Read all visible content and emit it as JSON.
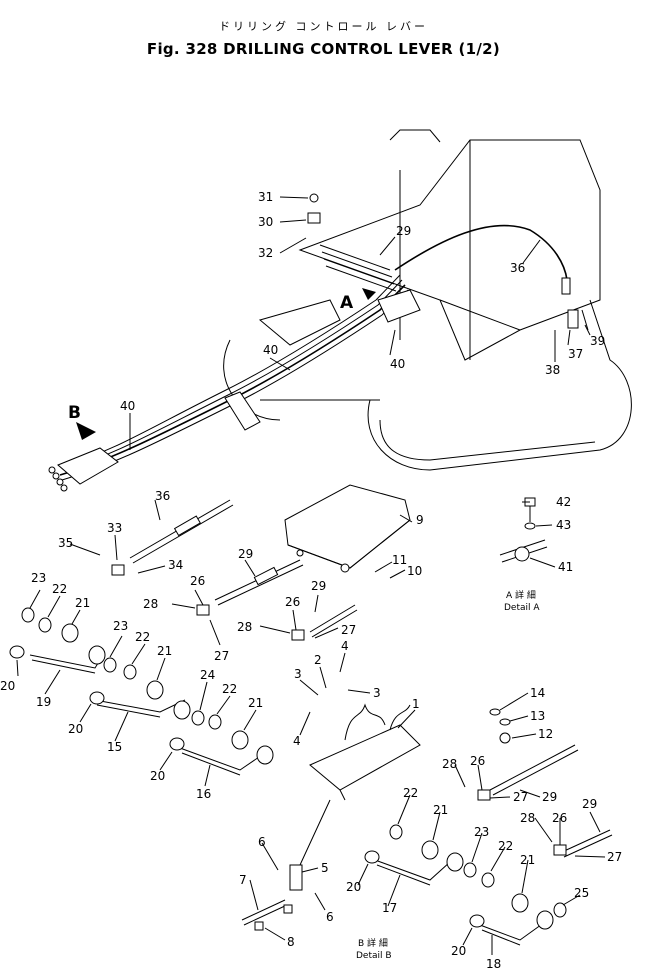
{
  "header": {
    "subtitle_jp": "ドリリング コントロール レバー",
    "title": "Fig. 328 DRILLING CONTROL LEVER (1/2)"
  },
  "view_labels": {
    "a": "A",
    "b": "B"
  },
  "detail_a": {
    "jp": "A 詳 細",
    "en": "Detail A"
  },
  "detail_b": {
    "jp": "B 詳 細",
    "en": "Detail B"
  },
  "callouts": [
    {
      "id": "c31",
      "label": "31"
    },
    {
      "id": "c30",
      "label": "30"
    },
    {
      "id": "c32",
      "label": "32"
    },
    {
      "id": "c29a",
      "label": "29"
    },
    {
      "id": "c36a",
      "label": "36"
    },
    {
      "id": "c37",
      "label": "37"
    },
    {
      "id": "c39",
      "label": "39"
    },
    {
      "id": "c38",
      "label": "38"
    },
    {
      "id": "c40a",
      "label": "40"
    },
    {
      "id": "c40b",
      "label": "40"
    },
    {
      "id": "c40c",
      "label": "40"
    },
    {
      "id": "c36b",
      "label": "36"
    },
    {
      "id": "c33",
      "label": "33"
    },
    {
      "id": "c35",
      "label": "35"
    },
    {
      "id": "c34",
      "label": "34"
    },
    {
      "id": "c9",
      "label": "9"
    },
    {
      "id": "c42",
      "label": "42"
    },
    {
      "id": "c43",
      "label": "43"
    },
    {
      "id": "c41",
      "label": "41"
    },
    {
      "id": "c11",
      "label": "11"
    },
    {
      "id": "c10",
      "label": "10"
    },
    {
      "id": "c29b",
      "label": "29"
    },
    {
      "id": "c26a",
      "label": "26"
    },
    {
      "id": "c28a",
      "label": "28"
    },
    {
      "id": "c27a",
      "label": "27"
    },
    {
      "id": "c29c",
      "label": "29"
    },
    {
      "id": "c26b",
      "label": "26"
    },
    {
      "id": "c28b",
      "label": "28"
    },
    {
      "id": "c27b",
      "label": "27"
    },
    {
      "id": "c23a",
      "label": "23"
    },
    {
      "id": "c22a",
      "label": "22"
    },
    {
      "id": "c21a",
      "label": "21"
    },
    {
      "id": "c20a",
      "label": "20"
    },
    {
      "id": "c19",
      "label": "19"
    },
    {
      "id": "c23b",
      "label": "23"
    },
    {
      "id": "c22b",
      "label": "22"
    },
    {
      "id": "c21b",
      "label": "21"
    },
    {
      "id": "c24",
      "label": "24"
    },
    {
      "id": "c22c",
      "label": "22"
    },
    {
      "id": "c21c",
      "label": "21"
    },
    {
      "id": "c20b",
      "label": "20"
    },
    {
      "id": "c15",
      "label": "15"
    },
    {
      "id": "c20c",
      "label": "20"
    },
    {
      "id": "c16",
      "label": "16"
    },
    {
      "id": "c4a",
      "label": "4"
    },
    {
      "id": "c2",
      "label": "2"
    },
    {
      "id": "c3a",
      "label": "3"
    },
    {
      "id": "c3b",
      "label": "3"
    },
    {
      "id": "c4b",
      "label": "4"
    },
    {
      "id": "c1",
      "label": "1"
    },
    {
      "id": "c14",
      "label": "14"
    },
    {
      "id": "c13",
      "label": "13"
    },
    {
      "id": "c12",
      "label": "12"
    },
    {
      "id": "c28c",
      "label": "28"
    },
    {
      "id": "c26c",
      "label": "26"
    },
    {
      "id": "c29d",
      "label": "29"
    },
    {
      "id": "c27c",
      "label": "27"
    },
    {
      "id": "c22d",
      "label": "22"
    },
    {
      "id": "c21d",
      "label": "21"
    },
    {
      "id": "c6a",
      "label": "6"
    },
    {
      "id": "c5",
      "label": "5"
    },
    {
      "id": "c23c",
      "label": "23"
    },
    {
      "id": "c22e",
      "label": "22"
    },
    {
      "id": "c28d",
      "label": "28"
    },
    {
      "id": "c26d",
      "label": "26"
    },
    {
      "id": "c29e",
      "label": "29"
    },
    {
      "id": "c27d",
      "label": "27"
    },
    {
      "id": "c20d",
      "label": "20"
    },
    {
      "id": "c21e",
      "label": "21"
    },
    {
      "id": "c7",
      "label": "7"
    },
    {
      "id": "c6b",
      "label": "6"
    },
    {
      "id": "c17",
      "label": "17"
    },
    {
      "id": "c25",
      "label": "25"
    },
    {
      "id": "c8",
      "label": "8"
    },
    {
      "id": "c20e",
      "label": "20"
    },
    {
      "id": "c18",
      "label": "18"
    }
  ]
}
